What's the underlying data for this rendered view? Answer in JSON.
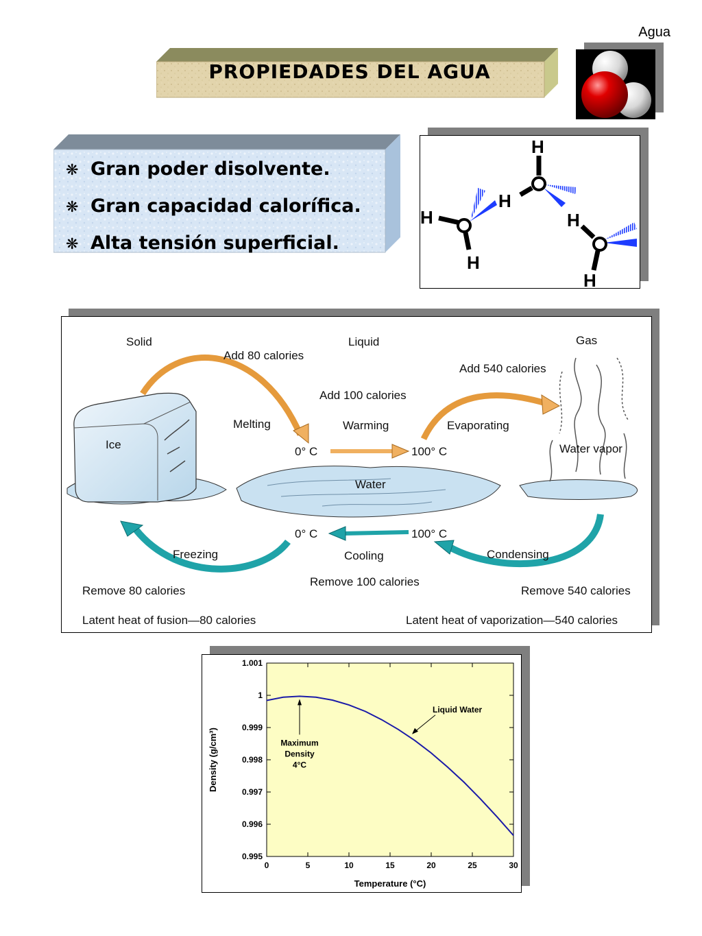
{
  "header": {
    "tag": "Agua"
  },
  "title": "PROPIEDADES DEL AGUA",
  "properties": [
    "Gran poder disolvente.",
    "Gran capacidad calorífica.",
    "Alta tensión superficial."
  ],
  "bullet_symbol": "❋",
  "molecule_image": {
    "icon": "water-molecule-icon",
    "colors": {
      "oxygen": "#d40000",
      "hydrogen": "#e8e8e8"
    }
  },
  "hydrogen_bonds": {
    "labels": [
      "H",
      "H",
      "H",
      "H",
      "H",
      "H"
    ],
    "bond_color": "#1d3cff"
  },
  "phase_diagram": {
    "phases": {
      "solid": "Solid",
      "liquid": "Liquid",
      "gas": "Gas"
    },
    "top": {
      "melt_heat": "Add 80 calories",
      "melting": "Melting",
      "warm_heat": "Add 100 calories",
      "warming": "Warming",
      "evap_heat": "Add 540 calories",
      "evaporating": "Evaporating",
      "t0": "0° C",
      "t100": "100° C"
    },
    "labels": {
      "ice": "Ice",
      "water": "Water",
      "vapor": "Water vapor"
    },
    "bottom": {
      "t0": "0° C",
      "t100": "100° C",
      "freezing": "Freezing",
      "cooling": "Cooling",
      "condensing": "Condensing",
      "remove80": "Remove 80 calories",
      "remove100": "Remove 100 calories",
      "remove540": "Remove 540 calories",
      "latent_fusion": "Latent heat of fusion—80 calories",
      "latent_vapor": "Latent heat of vaporization—540 calories"
    },
    "colors": {
      "warm_arrow": "#f0b060",
      "cool_arrow": "#1fa3a8"
    }
  },
  "chart_data": {
    "type": "line",
    "xlabel": "Temperature (°C)",
    "ylabel": "Density (g/cm³)",
    "xlim": [
      0,
      30
    ],
    "ylim": [
      0.995,
      1.001
    ],
    "xticks": [
      "0",
      "5",
      "10",
      "15",
      "20",
      "25",
      "30"
    ],
    "yticks": [
      "0.995",
      "0.996",
      "0.997",
      "0.998",
      "0.999",
      "1",
      "1.001"
    ],
    "series": [
      {
        "name": "Liquid Water",
        "x": [
          0,
          2,
          4,
          6,
          8,
          10,
          12,
          14,
          16,
          18,
          20,
          22,
          24,
          26,
          28,
          30
        ],
        "y": [
          0.99984,
          0.99994,
          0.99997,
          0.99994,
          0.99985,
          0.9997,
          0.9995,
          0.99924,
          0.99894,
          0.9986,
          0.99821,
          0.99777,
          0.9973,
          0.99678,
          0.99623,
          0.99565
        ]
      }
    ],
    "annotations": [
      {
        "text": [
          "Maximum",
          "Density",
          "4°C"
        ],
        "x": 4,
        "y": 0.99997
      },
      {
        "text": [
          "Liquid Water"
        ],
        "x": 17.5,
        "y": 0.99875
      }
    ],
    "background": "#fdfdc4",
    "line_color": "#1a1aa8"
  }
}
